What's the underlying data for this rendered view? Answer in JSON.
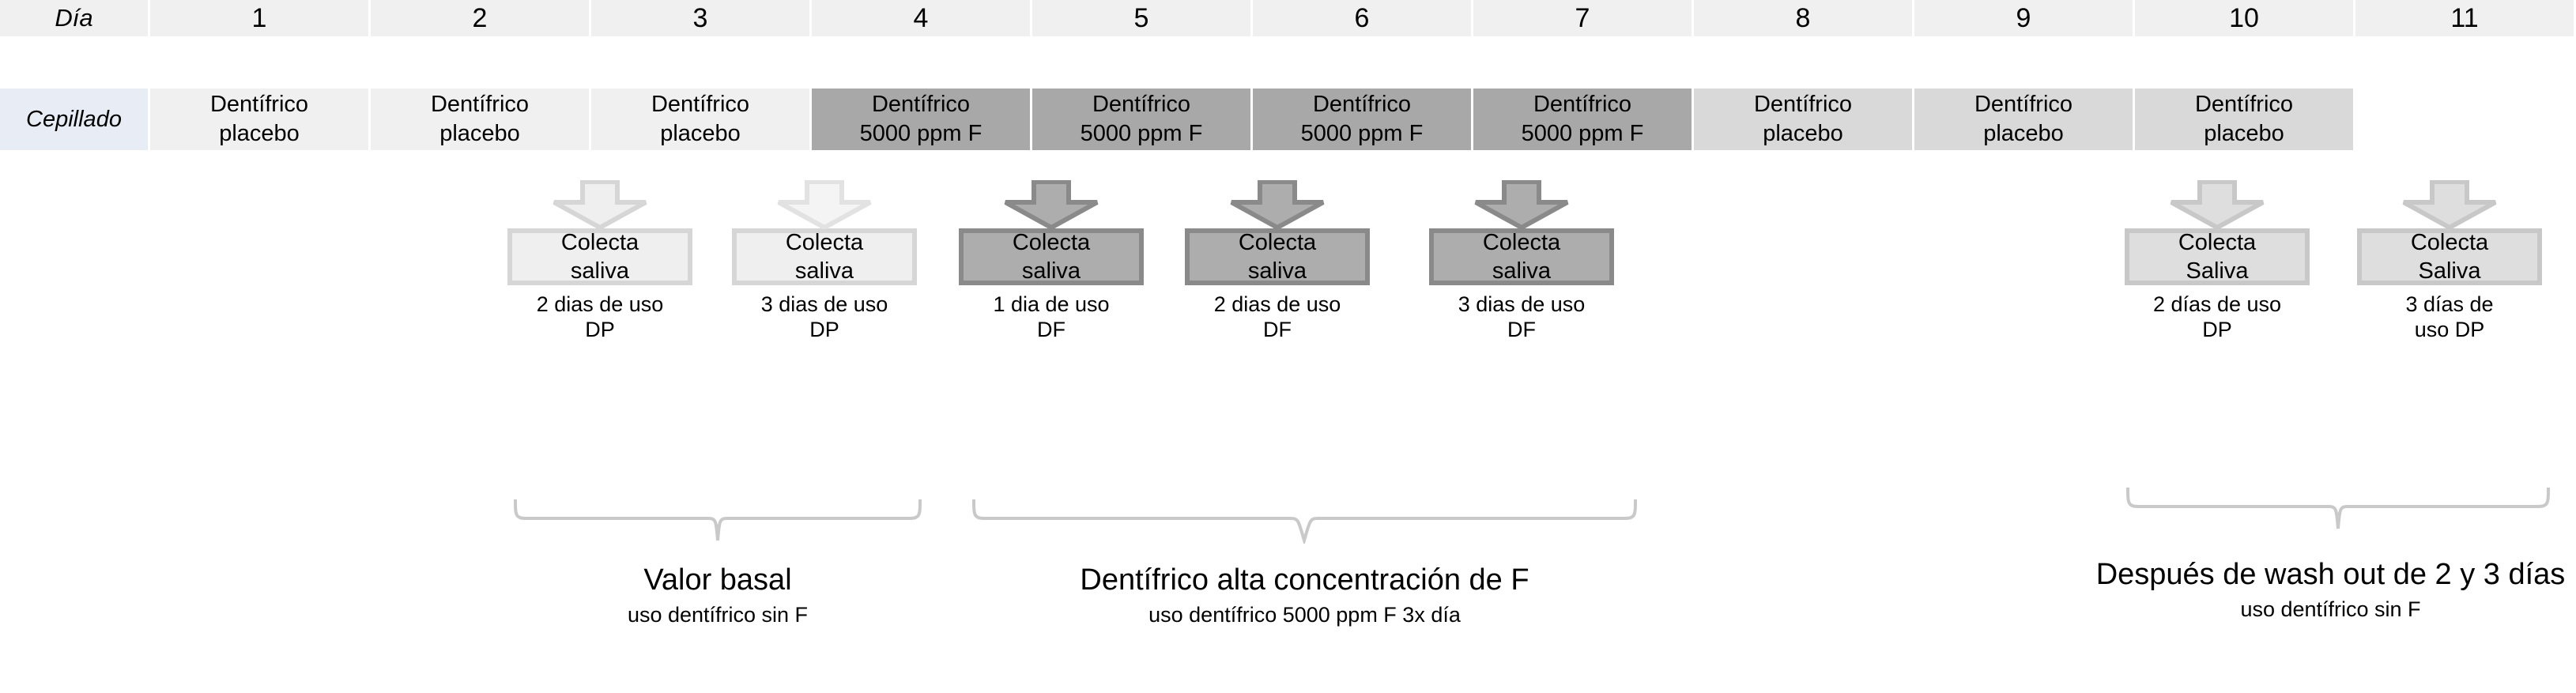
{
  "header": {
    "row_label": "Día",
    "days": [
      "1",
      "2",
      "3",
      "4",
      "5",
      "6",
      "7",
      "8",
      "9",
      "10",
      "11"
    ]
  },
  "brushing": {
    "row_label": "Cepillado",
    "cells": [
      {
        "line1": "Dentífrico",
        "line2": "placebo",
        "style": "placebo-light"
      },
      {
        "line1": "Dentífrico",
        "line2": "placebo",
        "style": "placebo-light"
      },
      {
        "line1": "Dentífrico",
        "line2": "placebo",
        "style": "placebo-light"
      },
      {
        "line1": "Dentífrico",
        "line2": "5000 ppm F",
        "style": "fluor"
      },
      {
        "line1": "Dentífrico",
        "line2": "5000 ppm F",
        "style": "fluor"
      },
      {
        "line1": "Dentífrico",
        "line2": "5000 ppm F",
        "style": "fluor"
      },
      {
        "line1": "Dentífrico",
        "line2": "5000 ppm F",
        "style": "fluor"
      },
      {
        "line1": "Dentífrico",
        "line2": "placebo",
        "style": "placebo-dark"
      },
      {
        "line1": "Dentífrico",
        "line2": "placebo",
        "style": "placebo-dark"
      },
      {
        "line1": "Dentífrico",
        "line2": "placebo",
        "style": "placebo-dark"
      },
      {
        "line1": "",
        "line2": "",
        "style": "blank"
      }
    ]
  },
  "collections": [
    {
      "box_line1": "Colecta",
      "box_line2": "saliva",
      "note_line1": "2 dias de uso",
      "note_line2": "DP",
      "tone": "light"
    },
    {
      "box_line1": "Colecta",
      "box_line2": "saliva",
      "note_line1": "3 dias de uso",
      "note_line2": "DP",
      "tone": "light"
    },
    {
      "box_line1": "Colecta",
      "box_line2": "saliva",
      "note_line1": "1 dia de uso",
      "note_line2": "DF",
      "tone": "dark"
    },
    {
      "box_line1": "Colecta",
      "box_line2": "saliva",
      "note_line1": "2 dias de uso",
      "note_line2": "DF",
      "tone": "dark"
    },
    {
      "box_line1": "Colecta",
      "box_line2": "saliva",
      "note_line1": "3 dias de uso",
      "note_line2": "DF",
      "tone": "dark"
    },
    {
      "box_line1": "Colecta",
      "box_line2": "Saliva",
      "note_line1": "2 días de uso",
      "note_line2": "DP",
      "tone": "light"
    },
    {
      "box_line1": "Colecta",
      "box_line2": "Saliva",
      "note_line1": "3 días de",
      "note_line2": "uso DP",
      "tone": "light"
    }
  ],
  "captions": [
    {
      "title": "Valor basal",
      "subtitle": "uso dentífrico sin F"
    },
    {
      "title": "Dentífrico alta concentración de F",
      "subtitle": "uso dentífrico 5000 ppm F 3x día"
    },
    {
      "title": "Después de wash out de 2 y 3 días",
      "subtitle": "uso dentífrico sin F"
    }
  ],
  "colors": {
    "header_cell": "#f0f0f0",
    "row_label_cell": "#e8edf5",
    "fluoride_cell": "#a8a8a8",
    "placebo_light_cell": "#f0f0f0",
    "placebo_dark_cell": "#d9d9d9",
    "arrow_light_fill": "#efefef",
    "arrow_light_stroke": "#d6d6d6",
    "arrow_dark_fill": "#adadad",
    "arrow_dark_stroke": "#8a8a8a",
    "brace_stroke": "#c9c9c9",
    "text": "#000000"
  }
}
